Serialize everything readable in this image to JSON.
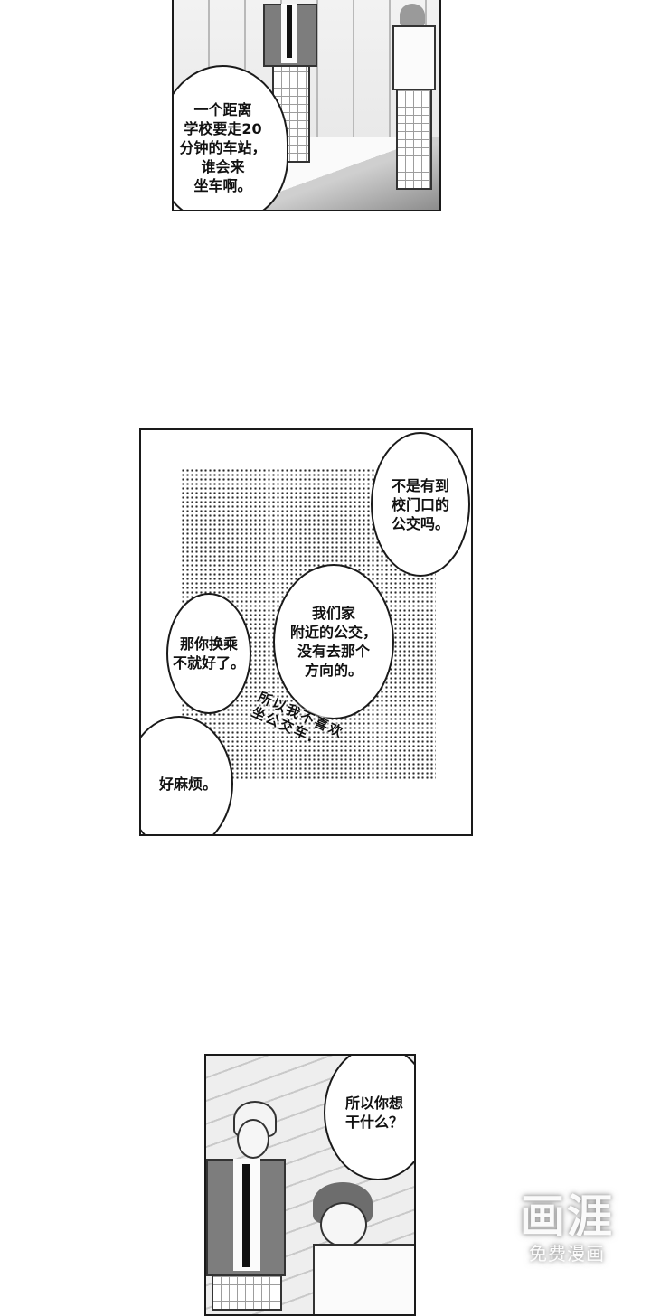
{
  "panels": [
    {
      "id": "panel-1",
      "bubbles": [
        {
          "text": "一个距离\n学校要走20\n分钟的车站，\n谁会来\n坐车啊。"
        }
      ]
    },
    {
      "id": "panel-2",
      "bubbles": [
        {
          "text": "不是有到\n校门口的\n公交吗。"
        },
        {
          "text": "我们家\n附近的公交，\n没有去那个\n方向的。"
        },
        {
          "text": "那你换乘\n不就好了。"
        },
        {
          "text": "好麻烦。"
        }
      ],
      "sfx": "所以我不喜欢\n坐公交车."
    },
    {
      "id": "panel-3",
      "bubbles": [
        {
          "text": "所以你想\n干什么？"
        }
      ]
    }
  ],
  "watermark": {
    "logo": "画涯",
    "subtitle": "免费漫画"
  }
}
